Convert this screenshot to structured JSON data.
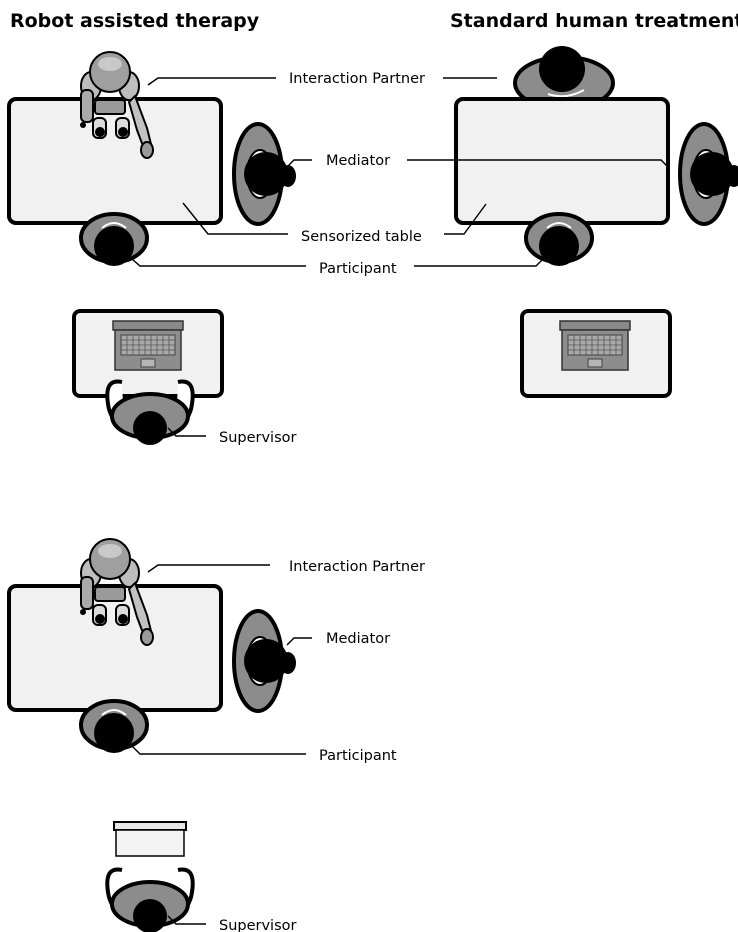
{
  "headings": {
    "robot_assisted": "Robot assisted therapy",
    "standard_human": "Standard human treatment"
  },
  "labels": {
    "interaction_partner": "Interaction Partner",
    "mediator": "Mediator",
    "sensorized_table": "Sensorized table",
    "participant": "Participant",
    "supervisor": "Supervisor"
  },
  "colors": {
    "table_fill": "#f1f1f1",
    "person_dark": "#000000",
    "person_grey": "#8c8c8c",
    "robot_grey": "#9a9a9a",
    "laptop_grey": "#8a8a8a"
  },
  "icons": [
    "robot-icon",
    "person-icon",
    "laptop-icon"
  ]
}
